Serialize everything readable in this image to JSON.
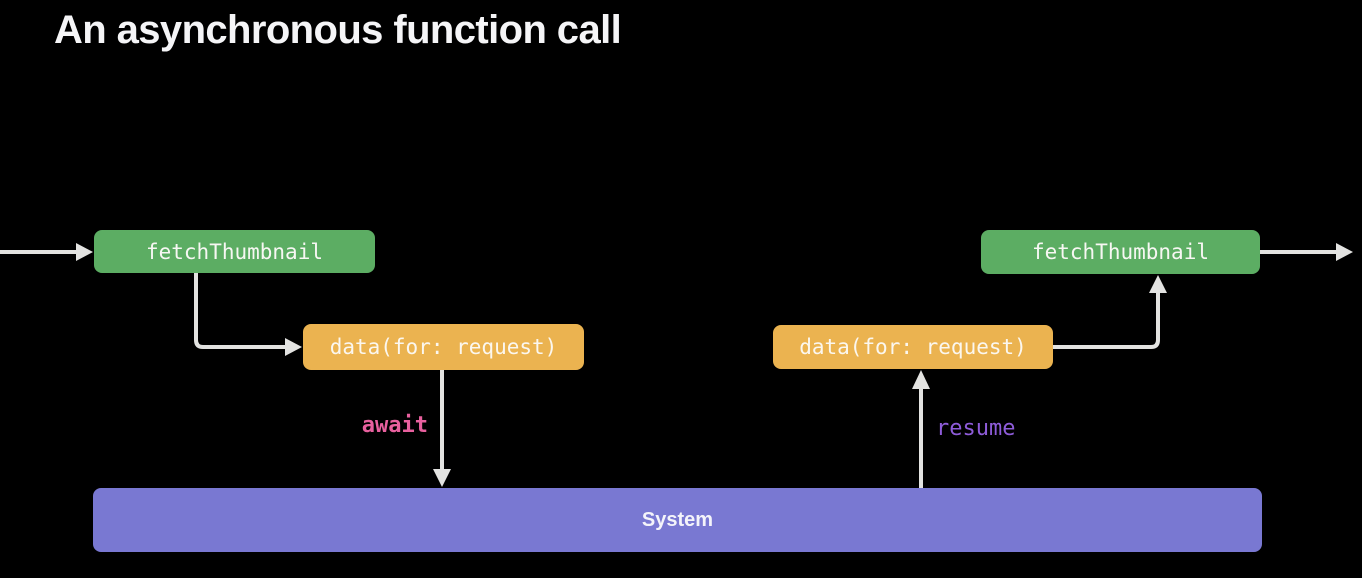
{
  "slide": {
    "title": "An asynchronous function call"
  },
  "diagram": {
    "nodes": {
      "left_function": {
        "label": "fetchThumbnail",
        "color": "#5CAD63"
      },
      "left_call": {
        "label": "data(for: request)",
        "color": "#EBB350"
      },
      "right_call": {
        "label": "data(for: request)",
        "color": "#EBB350"
      },
      "right_function": {
        "label": "fetchThumbnail",
        "color": "#5CAD63"
      },
      "system": {
        "label": "System",
        "color": "#7978D2"
      }
    },
    "annotations": {
      "await": {
        "label": "await",
        "color": "#E8609E"
      },
      "resume": {
        "label": "resume",
        "color": "#8E5CD9"
      }
    },
    "edges": [
      {
        "name": "entry",
        "from": "offscreen-left",
        "to": "left_function"
      },
      {
        "name": "call",
        "from": "left_function",
        "to": "left_call"
      },
      {
        "name": "await",
        "from": "left_call",
        "to": "system"
      },
      {
        "name": "resume",
        "from": "system",
        "to": "right_call"
      },
      {
        "name": "return",
        "from": "right_call",
        "to": "right_function"
      },
      {
        "name": "exit",
        "from": "right_function",
        "to": "offscreen-right"
      }
    ]
  },
  "colors": {
    "background": "#000000",
    "arrow": "#E3E3E1",
    "title_text": "#F5F5F7",
    "node_text": "#F7F7F3"
  }
}
